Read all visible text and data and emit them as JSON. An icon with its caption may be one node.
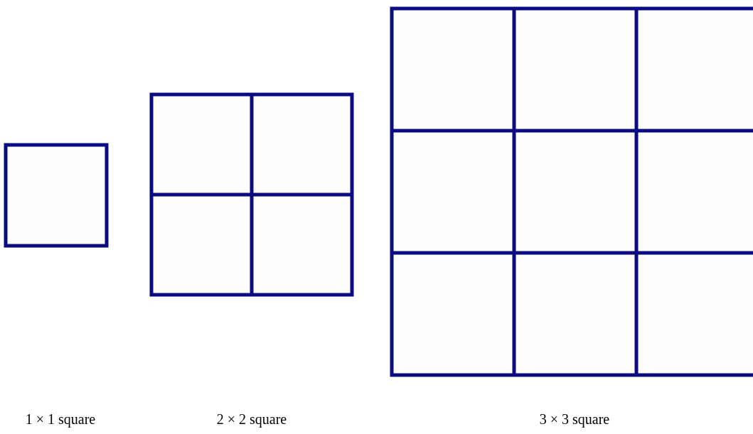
{
  "diagram": {
    "labels": [
      "1 × 1 square",
      "2 × 2 square",
      "3 × 3 square"
    ]
  }
}
